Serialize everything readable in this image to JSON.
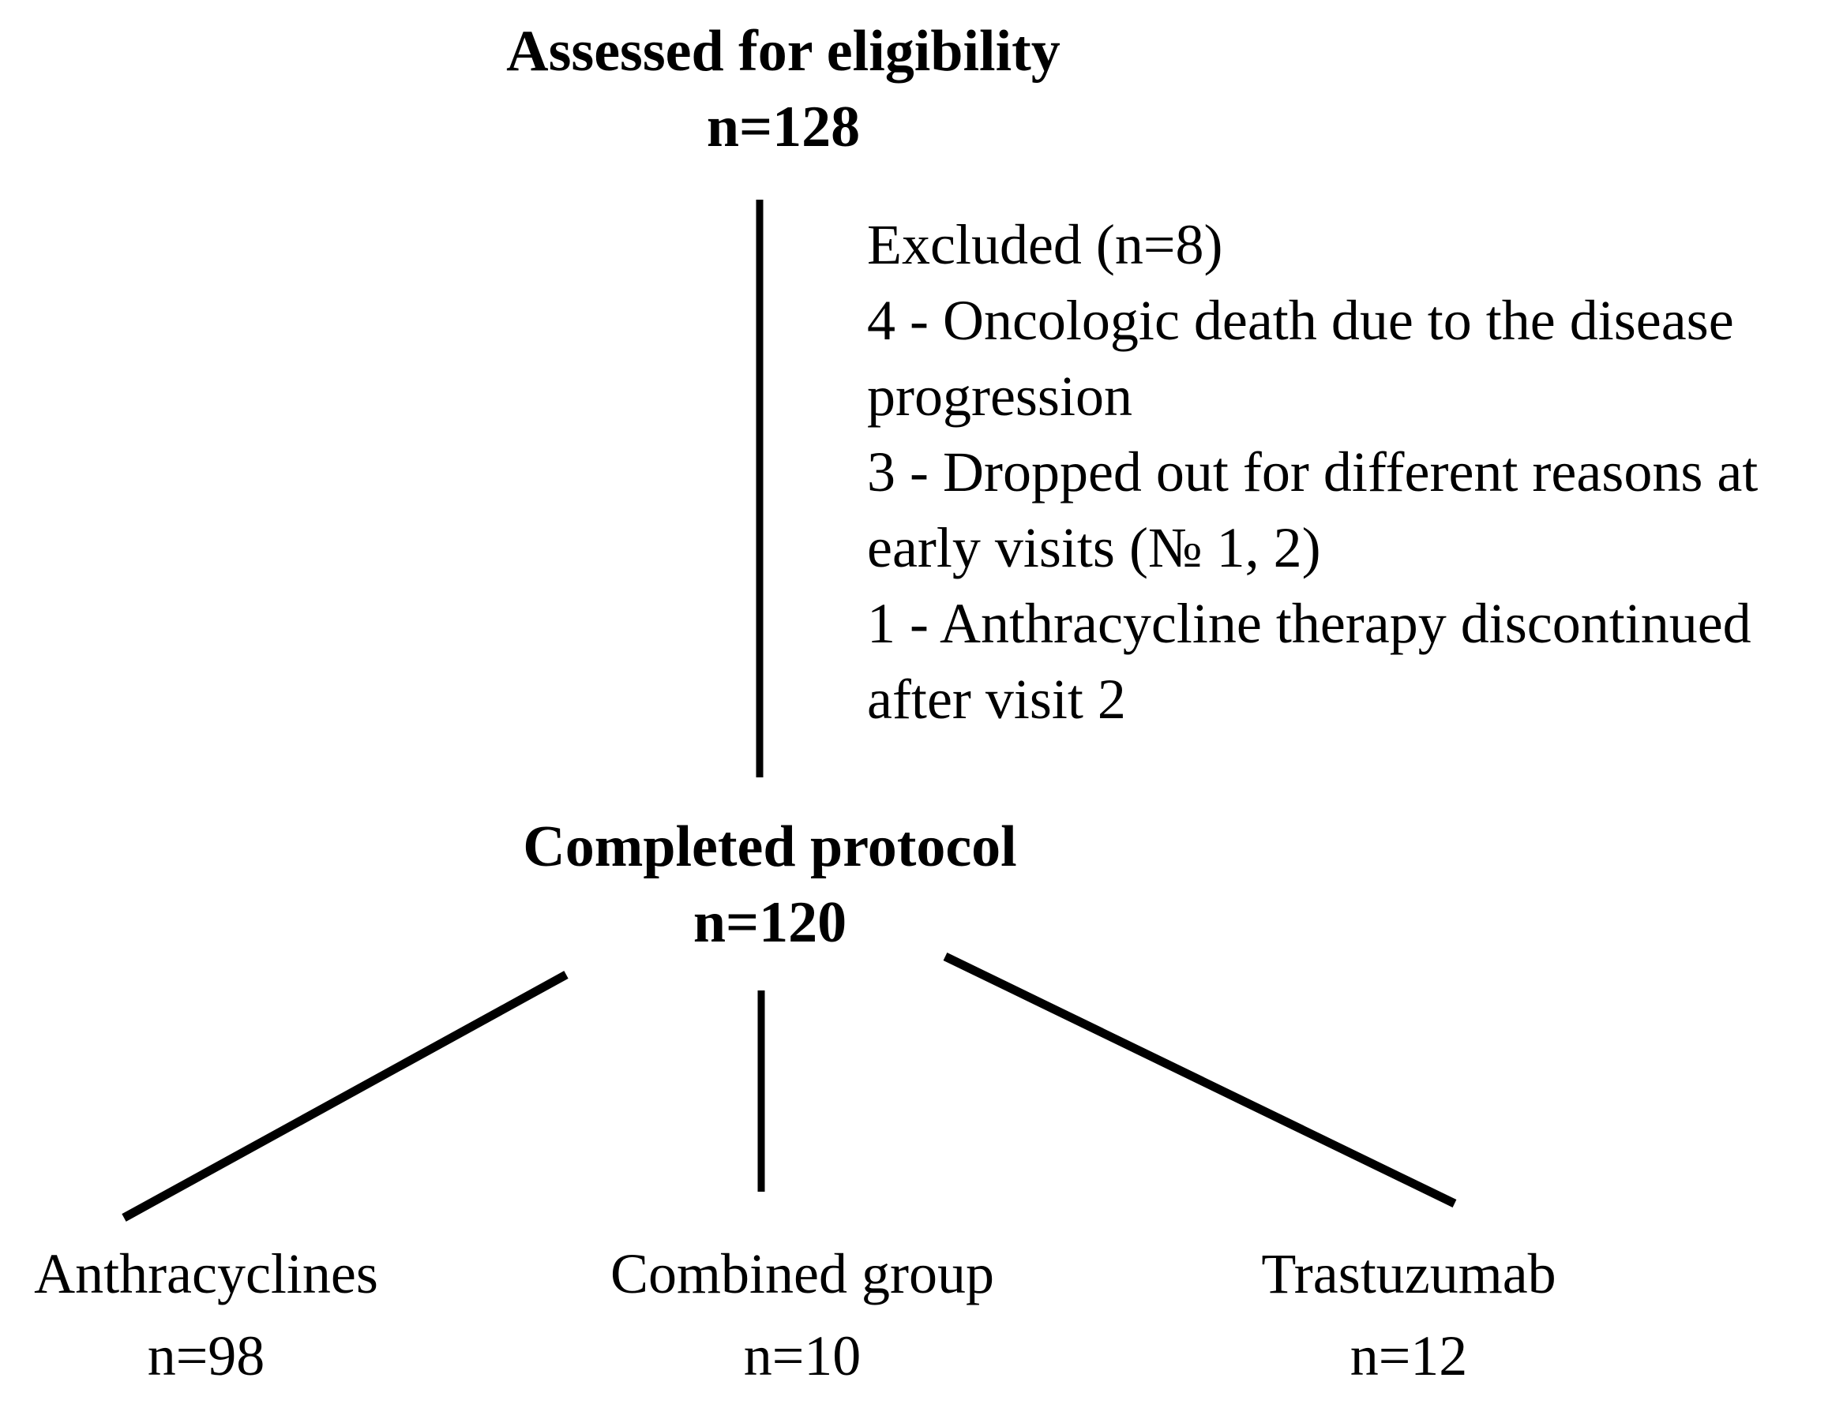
{
  "diagram": {
    "assessed": {
      "title": "Assessed for eligibility",
      "count": "n=128"
    },
    "excluded": {
      "lines": [
        "Excluded (n=8)",
        "4 - Oncologic death due to the disease",
        "progression",
        "3 - Dropped out for different reasons at",
        "early visits (№ 1, 2)",
        "1 - Anthracycline therapy discontinued",
        "after visit 2"
      ]
    },
    "completed": {
      "title": "Completed protocol",
      "count": "n=120"
    },
    "groups": [
      {
        "label": "Anthracyclines",
        "count": "n=98"
      },
      {
        "label": "Combined group",
        "count": "n=10"
      },
      {
        "label": "Trastuzumab",
        "count": "n=12"
      }
    ],
    "colors": {
      "ink": "#000000",
      "background": "#ffffff"
    }
  }
}
